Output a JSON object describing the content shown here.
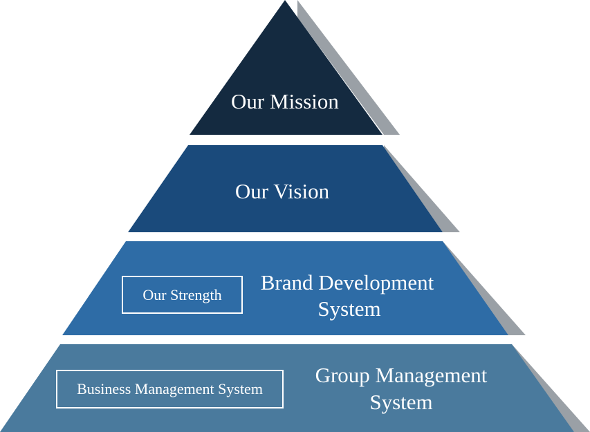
{
  "pyramid": {
    "tiers": [
      {
        "title": "Our Mission"
      },
      {
        "title": "Our Vision"
      },
      {
        "title_line1": "Brand Development",
        "title_line2": "System",
        "box_label": "Our Strength"
      },
      {
        "title_line1": "Group Management",
        "title_line2": "System",
        "box_label": "Business Management System"
      }
    ]
  },
  "colors": {
    "tier_1": "#142a40",
    "tier_2": "#1a4a7b",
    "tier_3": "#2e6ca6",
    "tier_4": "#4a7a9d",
    "shadow": "#9aa0a6",
    "text": "#ffffff"
  }
}
